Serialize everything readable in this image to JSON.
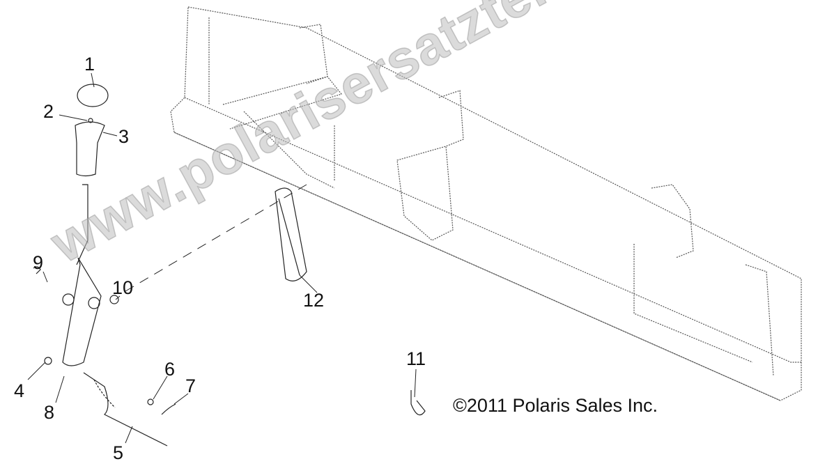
{
  "diagram": {
    "callouts": [
      "1",
      "2",
      "3",
      "4",
      "5",
      "6",
      "7",
      "8",
      "9",
      "10",
      "11",
      "12"
    ],
    "copyright": "©2011 Polaris Sales Inc.",
    "watermark": "www.polarisersatzteile.de"
  }
}
